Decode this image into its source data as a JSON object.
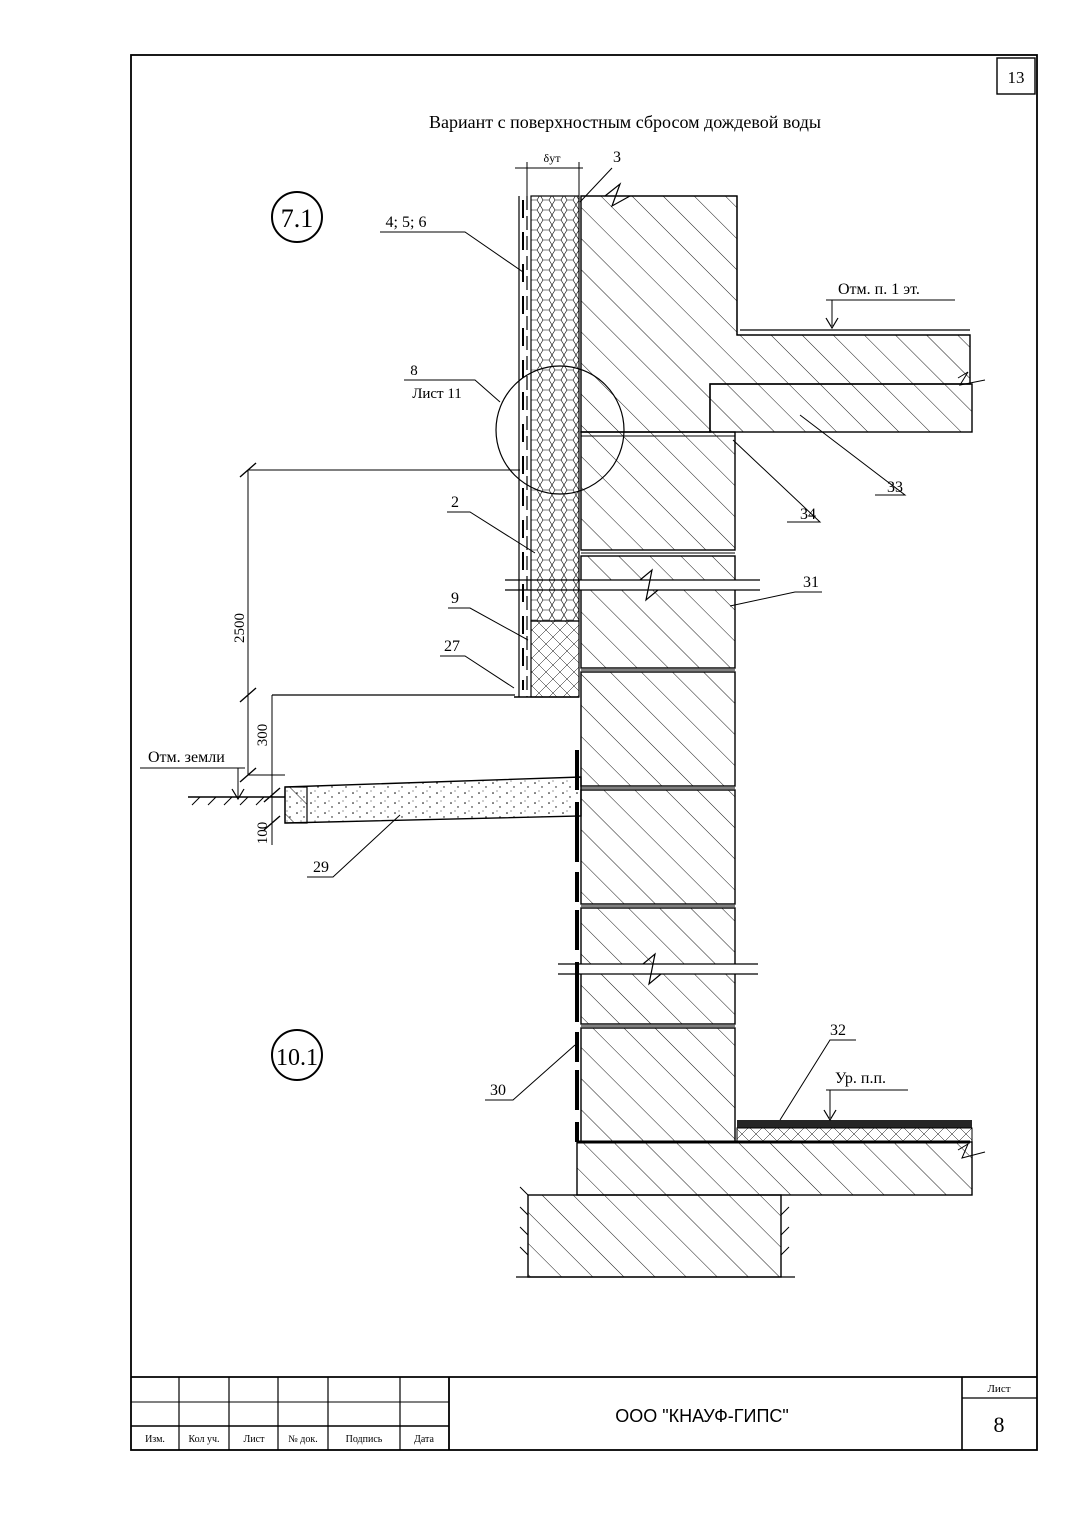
{
  "sheet_corner_number": "13",
  "title": "Вариант с поверхностным сбросом дождевой воды",
  "node_labels": {
    "top": "7.1",
    "bottom": "10.1"
  },
  "dimension_labels": {
    "insulation_thickness": "δут",
    "height_2500": "2500",
    "height_300": "300",
    "height_100": "100"
  },
  "level_labels": {
    "floor_1": "Отм. п. 1 эт.",
    "ground": "Отм. земли",
    "basement_floor": "Ур. п.п."
  },
  "callout_reference": {
    "number": "8",
    "sheet": "Лист 11"
  },
  "positions": {
    "p3": "3",
    "p456": "4; 5; 6",
    "p2": "2",
    "p9": "9",
    "p27": "27",
    "p29": "29",
    "p30": "30",
    "p31": "31",
    "p32": "32",
    "p33": "33",
    "p34": "34"
  },
  "title_block": {
    "columns": [
      "Изм.",
      "Кол уч.",
      "Лист",
      "№ док.",
      "Подпись",
      "Дата"
    ],
    "organization": "ООО \"КНАУФ-ГИПС\"",
    "sheet_label": "Лист",
    "sheet_number": "8"
  }
}
